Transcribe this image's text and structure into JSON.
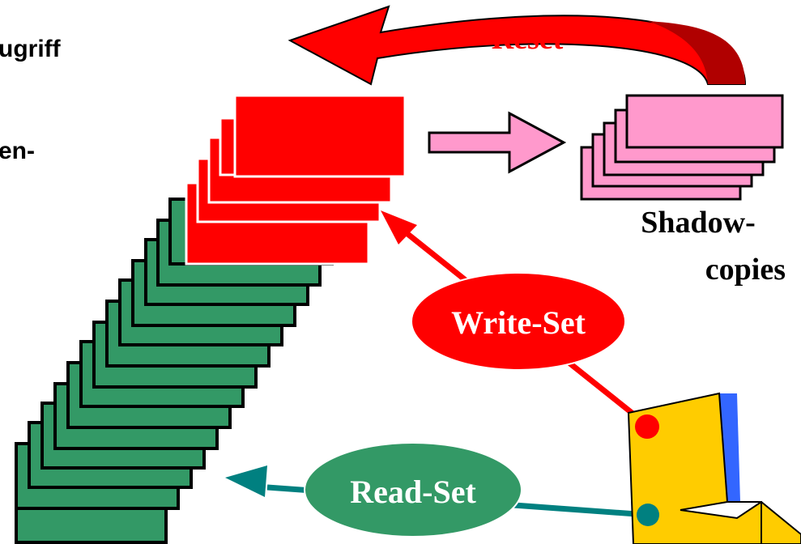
{
  "left_text": {
    "line1": "ugriff",
    "line2": "en-"
  },
  "labels": {
    "reset": "Reset",
    "shadow_line1": "Shadow-",
    "shadow_line2": "copies",
    "write_set": "Write-Set",
    "read_set": "Read-Set"
  },
  "colors": {
    "red": "#ff0000",
    "dark_red": "#c00000",
    "green": "#339966",
    "pink": "#ff99cc",
    "teal": "#008080",
    "yellow": "#ffcc00",
    "blue": "#3366ff",
    "label_red": "#ff0000",
    "white": "#ffffff",
    "black": "#000000"
  }
}
